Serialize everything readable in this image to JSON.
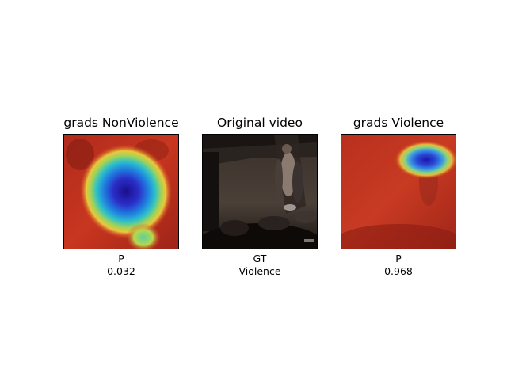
{
  "panels": [
    {
      "title": "grads NonViolence",
      "caption_top": "P",
      "caption_bottom": "0.032",
      "image": "gradcam-heatmap-nonviolence"
    },
    {
      "title": "Original video",
      "caption_top": "GT",
      "caption_bottom": "Violence",
      "image": "video-frame-street-crowd"
    },
    {
      "title": "grads Violence",
      "caption_top": "P",
      "caption_bottom": "0.968",
      "image": "gradcam-heatmap-violence"
    }
  ]
}
